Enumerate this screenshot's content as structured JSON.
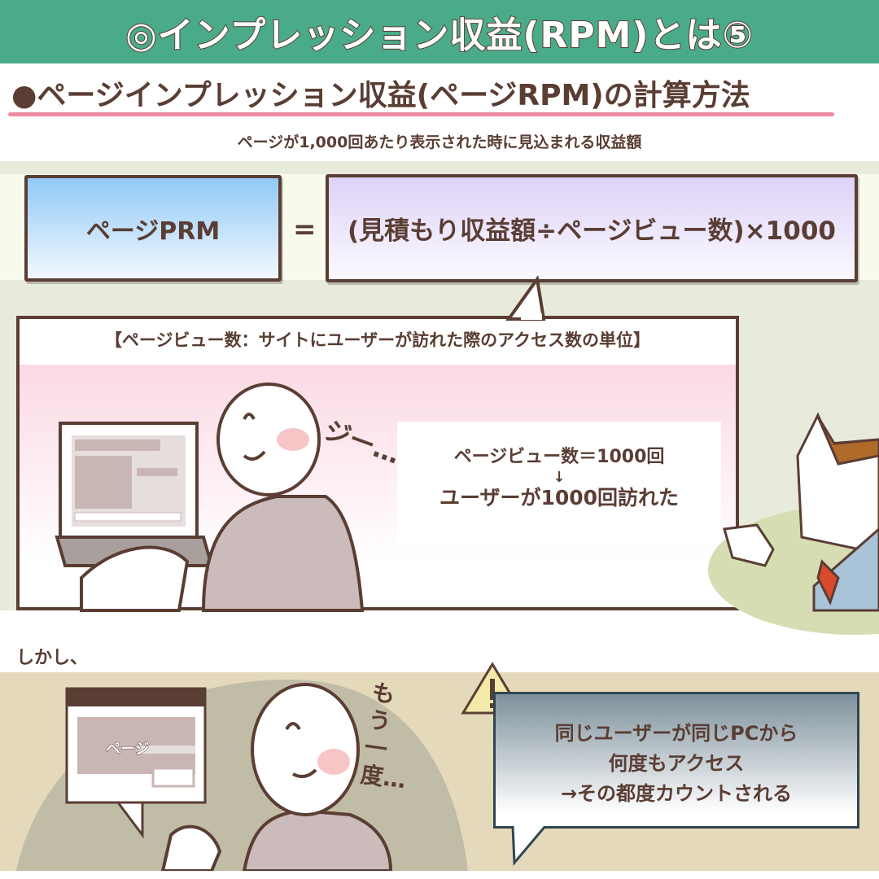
{
  "title": "◎インプレッション収益(RPM)とは⑤",
  "subtitle": "●ページインプレッション収益(ページRPM)の計算方法",
  "caption": "ページが1,000回あたり表示された時に見込まれる収益額",
  "formula": {
    "left": "ページPRM",
    "equals": "=",
    "right": "(見積もり収益額÷ページビュー数)×1000"
  },
  "definition": "【ページビュー数：サイトにユーザーが訪れた際のアクセス数の単位】",
  "sound_effect_1": "ジー…",
  "example": {
    "line1": "ページビュー数＝1000回",
    "arrow": "↓",
    "line2": "ユーザーが1000回訪れた"
  },
  "transition": "しかし、",
  "page_label": "ページ",
  "sound_effect_2": "もう一度…",
  "warning": {
    "icon": "warning-triangle-icon",
    "line1": "同じユーザーが同じPCから",
    "line2": "何度もアクセス",
    "line3": "→その都度カウントされる"
  },
  "colors": {
    "banner": "#49ab8a",
    "underline": "#f08aa2",
    "text": "#5a3d33"
  }
}
